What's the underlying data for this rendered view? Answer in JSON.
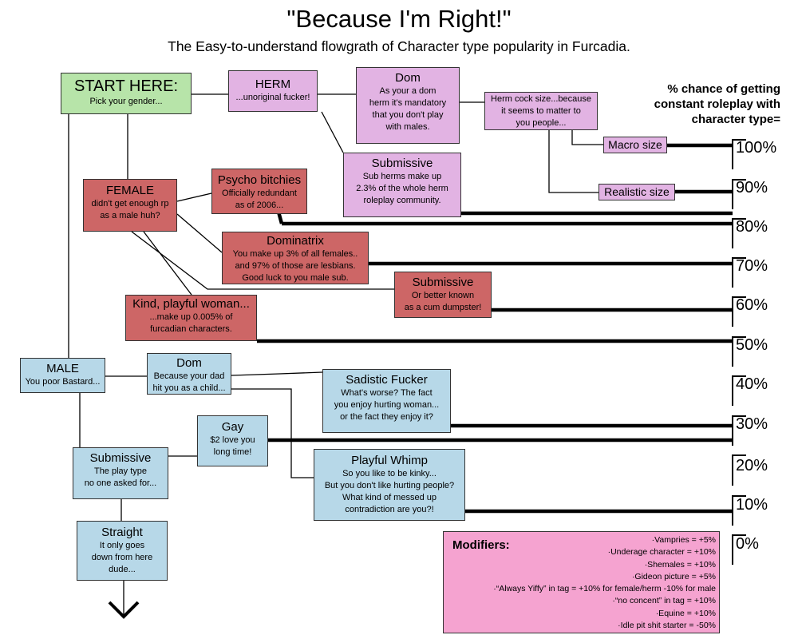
{
  "title": "\"Because I'm Right!\"",
  "subtitle": "The Easy-to-understand flowgrath of Character type popularity in Furcadia.",
  "percent_heading": "% chance of getting\nconstant roleplay with\ncharacter type=",
  "percent_labels": [
    "100%",
    "90%",
    "80%",
    "70%",
    "60%",
    "50%",
    "40%",
    "30%",
    "20%",
    "10%",
    "0%"
  ],
  "nodes": {
    "start": {
      "heading": "START HERE:",
      "text": "Pick your gender..."
    },
    "herm": {
      "heading": "HERM",
      "text": "...unoriginal fucker!"
    },
    "herm_dom": {
      "heading": "Dom",
      "text": "As your a dom\nherm it's mandatory\nthat you don't play\nwith males."
    },
    "herm_cock": {
      "heading": "",
      "text": "Herm cock size...because\nit seems to matter to\nyou people..."
    },
    "macro": {
      "heading": "Macro size",
      "text": ""
    },
    "realistic": {
      "heading": "Realistic size",
      "text": ""
    },
    "herm_sub": {
      "heading": "Submissive",
      "text": "Sub herms make up\n2.3% of the whole herm\nroleplay community."
    },
    "female": {
      "heading": "FEMALE",
      "text": "didn't get enough rp\nas a male huh?"
    },
    "psycho": {
      "heading": "Psycho bitchies",
      "text": "Officially redundant\nas of 2006..."
    },
    "dominatrix": {
      "heading": "Dominatrix",
      "text": "You make up 3% of all females..\nand 97% of those are lesbians.\nGood luck to you male sub."
    },
    "female_sub": {
      "heading": "Submissive",
      "text": "Or better known\nas a cum dumpster!"
    },
    "kind": {
      "heading": "Kind, playful woman...",
      "text": "...make up 0.005% of\nfurcadian characters."
    },
    "male": {
      "heading": "MALE",
      "text": "You poor Bastard..."
    },
    "male_dom": {
      "heading": "Dom",
      "text": "Because your dad\nhit you as a child..."
    },
    "sadistic": {
      "heading": "Sadistic Fucker",
      "text": "What's worse? The fact\nyou enjoy hurting woman...\nor the fact they enjoy it?"
    },
    "gay": {
      "heading": "Gay",
      "text": "$2 love you\nlong time!"
    },
    "male_sub": {
      "heading": "Submissive",
      "text": "The play type\nno one asked for..."
    },
    "whimp": {
      "heading": "Playful Whimp",
      "text": "So you like to be kinky...\nBut you don't like hurting people?\nWhat kind of messed up\ncontradiction are you?!"
    },
    "straight": {
      "heading": "Straight",
      "text": "It only goes\ndown from here\ndude..."
    }
  },
  "modifiers": {
    "heading": "Modifiers:",
    "items": [
      "·Vampries = +5%",
      "·Underage character = +10%",
      "·Shemales = +10%",
      "·Gideon picture = +5%",
      "·“Always Yiffy” in tag = +10% for female/herm  -10% for male",
      "·“no concent” in tag = +10%",
      "·Equine = +10%",
      "·Idle pit shit starter = -50%"
    ]
  },
  "colors": {
    "start": "#b7e4a9",
    "herm": "#e2b3e3",
    "female": "#cd6666",
    "male": "#b7d8e8",
    "modifiers": "#f5a3d0"
  }
}
